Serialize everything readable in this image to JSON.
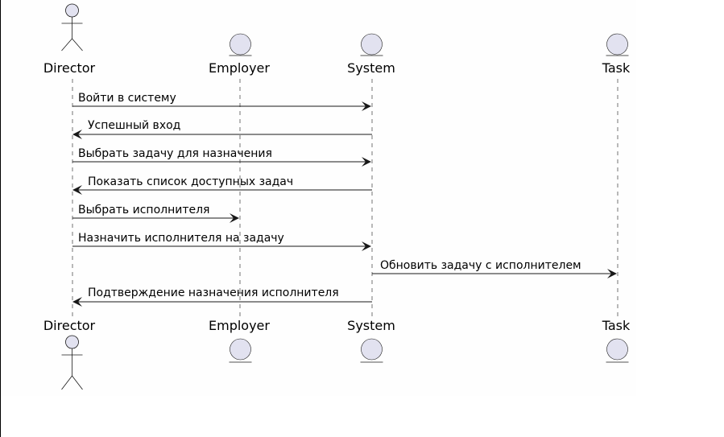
{
  "diagram": {
    "type": "sequence",
    "colors": {
      "participant_fill": "#E2E2F0",
      "line": "#181818",
      "text": "#000000",
      "background": "#FEFEFE"
    },
    "participants": [
      {
        "id": "director",
        "label": "Director",
        "shape": "actor"
      },
      {
        "id": "employer",
        "label": "Employer",
        "shape": "entity"
      },
      {
        "id": "system",
        "label": "System",
        "shape": "entity"
      },
      {
        "id": "task",
        "label": "Task",
        "shape": "entity"
      }
    ],
    "messages": [
      {
        "from": "director",
        "to": "system",
        "label": "Войти в систему"
      },
      {
        "from": "system",
        "to": "director",
        "label": "Успешный вход"
      },
      {
        "from": "director",
        "to": "system",
        "label": "Выбрать задачу для назначения"
      },
      {
        "from": "system",
        "to": "director",
        "label": "Показать список доступных задач"
      },
      {
        "from": "director",
        "to": "employer",
        "label": "Выбрать исполнителя"
      },
      {
        "from": "director",
        "to": "system",
        "label": "Назначить исполнителя на задачу"
      },
      {
        "from": "system",
        "to": "task",
        "label": "Обновить задачу с исполнителем"
      },
      {
        "from": "system",
        "to": "director",
        "label": "Подтверждение назначения исполнителя"
      }
    ]
  }
}
